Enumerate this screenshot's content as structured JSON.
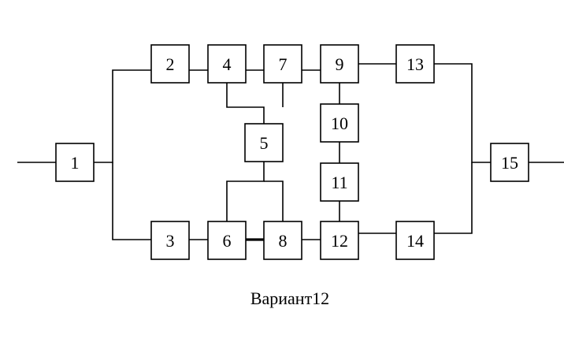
{
  "caption": "Вариант12",
  "blocks": [
    {
      "id": "1",
      "label": "1"
    },
    {
      "id": "2",
      "label": "2"
    },
    {
      "id": "3",
      "label": "3"
    },
    {
      "id": "4",
      "label": "4"
    },
    {
      "id": "5",
      "label": "5"
    },
    {
      "id": "6",
      "label": "6"
    },
    {
      "id": "7",
      "label": "7"
    },
    {
      "id": "8",
      "label": "8"
    },
    {
      "id": "9",
      "label": "9"
    },
    {
      "id": "10",
      "label": "10"
    },
    {
      "id": "11",
      "label": "11"
    },
    {
      "id": "12",
      "label": "12"
    },
    {
      "id": "13",
      "label": "13"
    },
    {
      "id": "14",
      "label": "14"
    },
    {
      "id": "15",
      "label": "15"
    }
  ],
  "connections": [
    [
      "1",
      "2"
    ],
    [
      "1",
      "3"
    ],
    [
      "2",
      "4"
    ],
    [
      "4",
      "7"
    ],
    [
      "7",
      "9"
    ],
    [
      "9",
      "13"
    ],
    [
      "3",
      "6"
    ],
    [
      "6",
      "8"
    ],
    [
      "8",
      "12"
    ],
    [
      "12",
      "14"
    ],
    [
      "4",
      "5"
    ],
    [
      "7",
      "5"
    ],
    [
      "5",
      "6"
    ],
    [
      "5",
      "8"
    ],
    [
      "9",
      "10"
    ],
    [
      "10",
      "11"
    ],
    [
      "11",
      "12"
    ],
    [
      "13",
      "15"
    ],
    [
      "14",
      "15"
    ]
  ]
}
